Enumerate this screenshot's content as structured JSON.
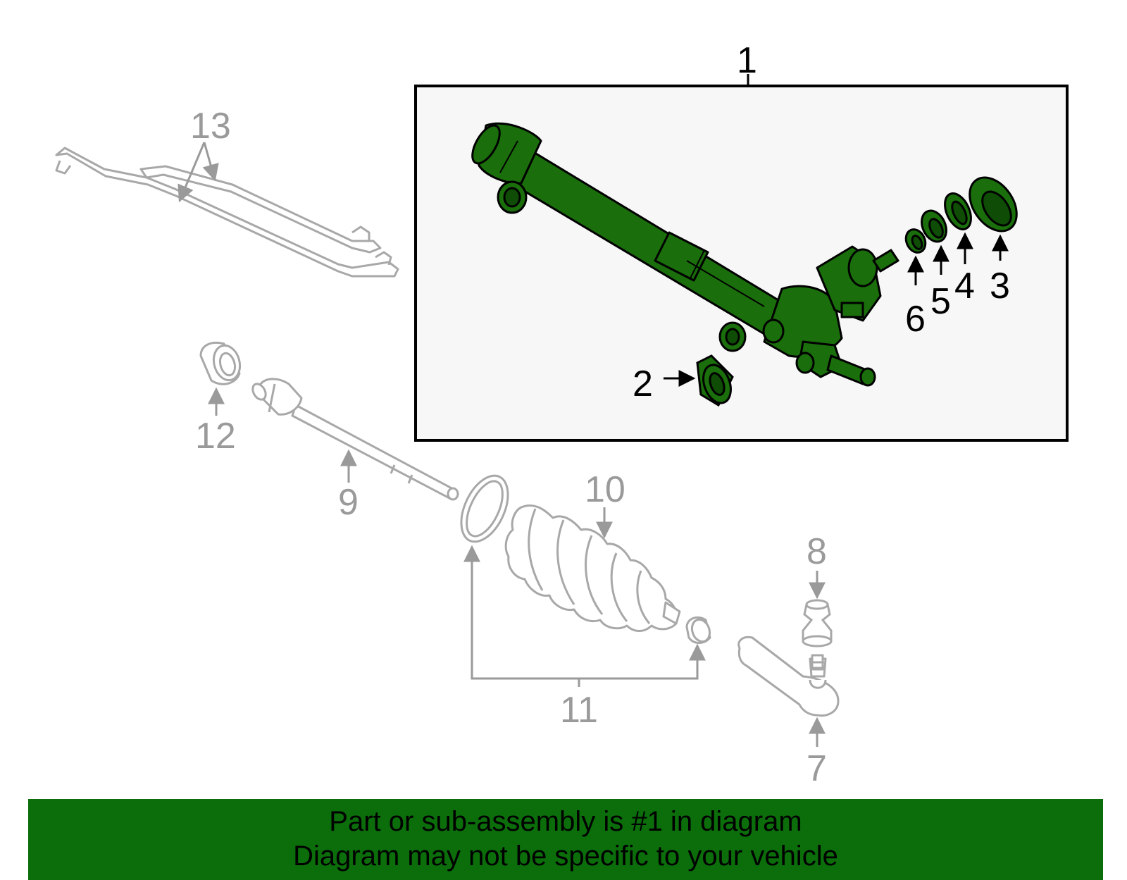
{
  "callouts": {
    "c1": "1",
    "c2": "2",
    "c3": "3",
    "c4": "4",
    "c5": "5",
    "c6": "6",
    "c7": "7",
    "c8": "8",
    "c9": "9",
    "c10": "10",
    "c11": "11",
    "c12": "12",
    "c13": "13"
  },
  "banner": {
    "line1": "Part or sub-assembly is #1 in diagram",
    "line2": "Diagram may not be specific to your vehicle"
  },
  "colors": {
    "highlight_green": "#1a6e0b",
    "part_outline_gray": "#a8a8a8",
    "banner_green": "#0b6e0b",
    "panel_background": "#f7f7f7"
  }
}
